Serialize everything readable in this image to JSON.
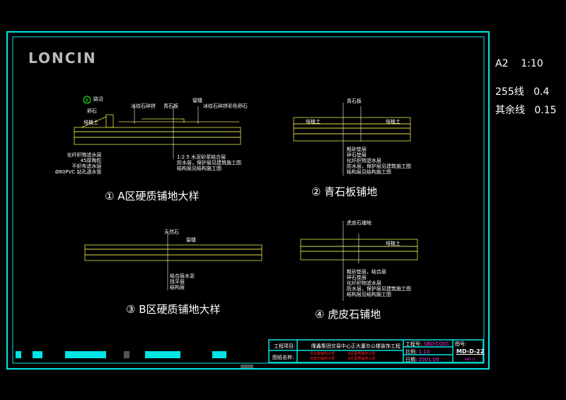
{
  "logo": "LONCIN",
  "side": {
    "sheet": "A2",
    "scale": "1:10",
    "line1": "255线",
    "line1_w": "0.4",
    "line2": "其余线",
    "line2_w": "0.15"
  },
  "d1": {
    "title": "① A区硬质铺地大样",
    "marker": "3",
    "labels": [
      "路沿",
      "卵石",
      "培植土",
      "冰纹石碎拼",
      "青石板",
      "留缝",
      "冰纹石碎拼彩色卵石"
    ],
    "left": [
      "化纤织物滤水层",
      "45厚陶粒",
      "不织布滤水层",
      "Ø80PVC 钻孔透水管"
    ],
    "right": [
      "1:2.5 水泥砂浆结合层",
      "防水层，保护层见建筑施工图",
      "结构层见结构施工图"
    ]
  },
  "d2": {
    "title": "② 青石板铺地",
    "top": "青石板",
    "left": "培植土",
    "right": "培植土",
    "layers": [
      "粗砂垫层",
      "碎石垫层",
      "化纤织物滤水层",
      "防水层，保护层见建筑施工图",
      "结构层见结构施工图"
    ]
  },
  "d3": {
    "title": "③ B区硬质铺地大样",
    "labels": [
      "天然石",
      "留缝"
    ],
    "layers": [
      "结合层水泥",
      "找平层",
      "结构层"
    ]
  },
  "d4": {
    "title": "④ 虎皮石铺地",
    "top": "虎皮石铺地",
    "side": "培植土",
    "layers": [
      "粗砂垫层，结合层",
      "碎石垫层",
      "化纤织物滤水层",
      "防水层，保护层见建筑施工图",
      "结构层见结构施工图"
    ]
  },
  "titleblock": {
    "project_label": "工程项目:",
    "project": "隆鑫集团交易中心正大厦办公楼装饰工程",
    "drawing_label": "图纸名称:",
    "drawings": [
      "青石板铺地大样",
      "虎皮石铺地大样",
      "A区硬质铺地大样",
      "B区硬质铺地大样"
    ],
    "job_label": "工程号:",
    "job": "SBD-CQ01",
    "scale_label": "比例:",
    "scale": "1:10",
    "date_label": "日期:",
    "date": "2001.09",
    "no_label": "图号:",
    "no": "MD-D-22",
    "sub": "SBD-11"
  },
  "colors": {
    "frame": "#00e5e5",
    "text": "#ffffff",
    "magenta": "#ff33ff",
    "red": "#ff2222",
    "yellow": "#e8e84a"
  }
}
